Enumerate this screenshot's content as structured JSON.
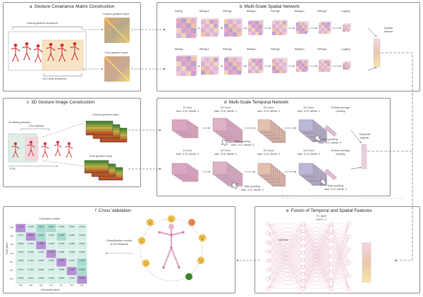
{
  "panels": {
    "a": {
      "letter": "a",
      "title": "Gesture Covariance Matrix Construction"
    },
    "b": {
      "letter": "b",
      "title": "Multi-Scale Spatial Network"
    },
    "c": {
      "letter": "c",
      "title": "3D Gesture Image Construction"
    },
    "d": {
      "letter": "d",
      "title": "Multi-Scale Temporal Network"
    },
    "e": {
      "letter": "e",
      "title": "Fusion of Temporal and Spatial Features"
    },
    "f": {
      "letter": "f",
      "title": "Cross Validation"
    }
  },
  "a": {
    "global_seq": "Global gesture sequence",
    "coarse_input": "Coarse-grained input",
    "fine_input": "Fine-grained input",
    "local_seq": "1/4 Local sequence"
  },
  "b": {
    "row1": [
      "ReEig",
      "BiMap1",
      "ReEig1",
      "BiMap2",
      "ReEig2",
      "BiMap3",
      "ReEig3",
      "LogEig"
    ],
    "row2": [
      "BiMap",
      "BiMap1",
      "ReEig1",
      "BiMap2",
      "ReEig2",
      "BiMap3",
      "ReEig3",
      "LogEig"
    ],
    "spatial_feature": "Spatial feature"
  },
  "c": {
    "sliding": "2s sliding window",
    "overlap": "1.5s overlap",
    "coarse_input": "Coarse-grained input",
    "fine_input": "Fine-grained input",
    "time": "0.5s"
  },
  "d": {
    "conv1": [
      "8 Conv",
      "size: 2×6, stride: 1"
    ],
    "conv2": [
      "16 Conv",
      "size: 2×6, stride: 1"
    ],
    "conv3": [
      "32 Conv",
      "size: 2×4, stride: 1"
    ],
    "conv4": [
      "64 Conv",
      "size: 2×4, stride: 1"
    ],
    "gap": [
      "Global average",
      "pooling"
    ],
    "maxpool1": [
      "Max-pooling",
      "size: 2×2, stride: 2"
    ],
    "maxpool2": [
      "Max-pooling",
      "size: 2×2, stride: 2"
    ],
    "conv1b": [
      "8 Conv",
      "size: 2×6, stride: 1"
    ],
    "conv2b": [
      "16 Conv",
      "size: 2×6, stride: 1"
    ],
    "conv3b": [
      "32 Conv",
      "size: 2×6, stride: 1"
    ],
    "conv4b": [
      "64 Conv",
      "size: 2×4, stride: 1"
    ],
    "gapb": [
      "Global average",
      "pooling"
    ],
    "maxpool1b": [
      "Max-pooling",
      "size: 2×2, stride: 2"
    ],
    "maxpool2b": [
      "Max-pooling",
      "size: 2×2, stride: 2"
    ],
    "temporal_feature": "Temporal feature"
  },
  "e": {
    "fc_layer": "FC layer",
    "fc_size": "1024 × 1",
    "softmax": "softmax"
  },
  "f": {
    "cm_title": "Confusion matrix",
    "xlabel": "Predicted label",
    "ylabel": "True label",
    "cls_results": [
      "Classification results",
      "of all emotions"
    ]
  },
  "confusion": {
    "ticks": [
      "Hap",
      "Sad",
      "Ang",
      "Fea",
      "Sur",
      "Dis",
      "Neu"
    ],
    "rows": [
      [
        "0.7772",
        "0.0396",
        "0.0414",
        "0.0514",
        "0.0334",
        "0.0248",
        "0.0322"
      ],
      [
        "0.0372",
        "0.8015",
        "0.0406",
        "0.0295",
        "0.0408",
        "0.0259",
        "0.0245"
      ],
      [
        "0.0296",
        "0.0341",
        "0.7995",
        "0.0292",
        "0.0399",
        "0.0396",
        "0.0281"
      ],
      [
        "0.0319",
        "0.0299",
        "0.0381",
        "0.7967",
        "0.0380",
        "0.0308",
        "0.0346"
      ],
      [
        "0.0254",
        "0.0346",
        "0.0283",
        "0.0287",
        "0.7867",
        "0.0315",
        "0.0448"
      ],
      [
        "0.0373",
        "0.0332",
        "0.0282",
        "0.0334",
        "0.0308",
        "0.7876",
        "0.0495"
      ],
      [
        "0.0328",
        "0.0212",
        "0.0346",
        "0.0299",
        "0.0287",
        "0.0326",
        "0.8502"
      ]
    ]
  },
  "colors": {
    "panel_border": "#8c8c8c",
    "pink": "#d9a3bf",
    "lavender": "#b9b8d6",
    "stick": "#d22b2b",
    "green": "#2f8f2f",
    "feature_fill": "#ecd8e6"
  }
}
